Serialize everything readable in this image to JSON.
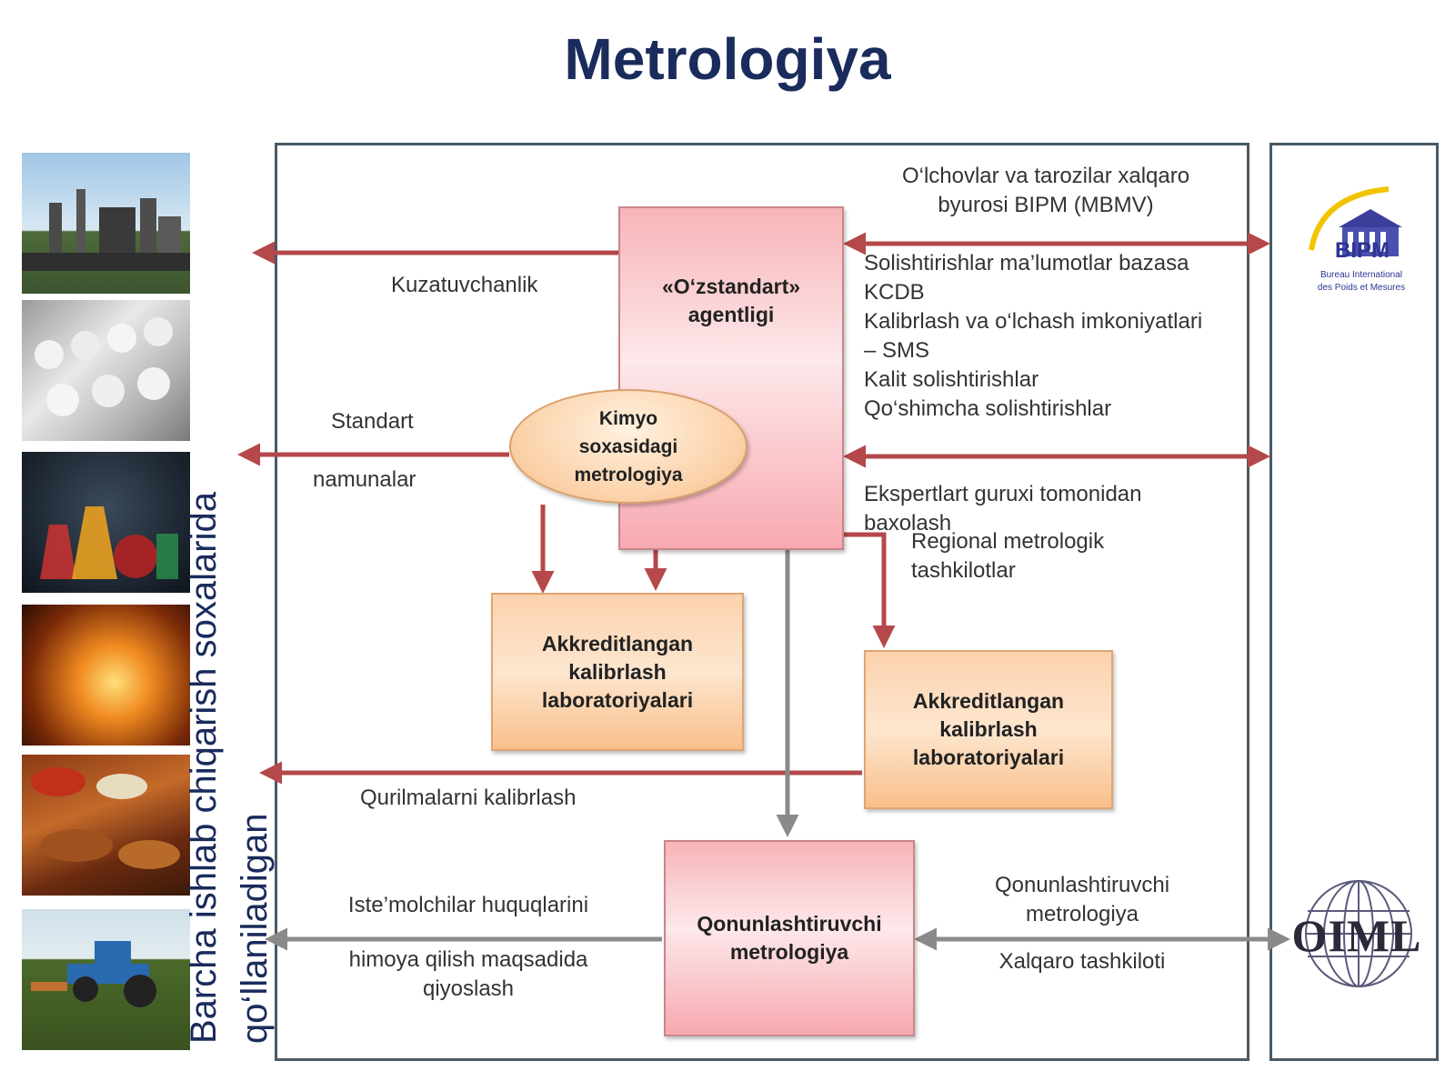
{
  "title": "Metrologiya",
  "side_label": {
    "line1": "Barcha ishlab chiqarish soxalarida",
    "line2": "qo‘llaniladigan"
  },
  "boxes": {
    "agency": {
      "line1": "«O‘zstandart»",
      "line2": "agentligi"
    },
    "chemistry": {
      "line1": "Kimyo",
      "line2": "soxasidagi",
      "line3": "metrologiya"
    },
    "lab_left": {
      "line1": "Akkreditlangan",
      "line2": "kalibrlash",
      "line3": "laboratoriyalari"
    },
    "lab_right": {
      "line1": "Akkreditlangan",
      "line2": "kalibrlash",
      "line3": "laboratoriyalari"
    },
    "legal": {
      "line1": "Qonunlashtiruvchi",
      "line2": "metrologiya"
    }
  },
  "labels": {
    "bipm_name": {
      "line1": "O‘lchovlar va tarozilar xalqaro",
      "line2": "byurosi BIPM (MBMV)"
    },
    "traceability": "Kuzatuvchanlik",
    "kcdb_list": [
      "Solishtirishlar ma’lumotlar bazasa",
      "KCDB",
      "Kalibrlash va o‘lchash imkoniyatlari",
      "– SMS",
      "Kalit solishtirishlar",
      "Qo‘shimcha solishtirishlar"
    ],
    "standard": "Standart",
    "samples": "namunalar",
    "expert": {
      "line1": "Ekspertlart guruxi tomonidan",
      "line2": "baxolash"
    },
    "regional": {
      "line1": "Regional metrologik",
      "line2": "tashkilotlar"
    },
    "calibration": "Qurilmalarni kalibrlash",
    "consumer": {
      "line1": "Iste’molchilar huquqlarini",
      "line2": "himoya qilish maqsadida",
      "line3": "qiyoslash"
    },
    "oiml_name": {
      "line1": "Qonunlashtiruvchi",
      "line2": "metrologiya",
      "line3": "Xalqaro tashkiloti"
    }
  },
  "logos": {
    "bipm": {
      "text": "BIPM",
      "line1": "Bureau International",
      "line2": "des Poids et Mesures"
    },
    "oiml": {
      "text": "OIML"
    }
  },
  "colors": {
    "arrow_red": "#b5484a",
    "arrow_gray": "#8a8a8a",
    "title_navy": "#1a2b5c",
    "frame": "#4a5a66"
  },
  "icons": [
    "factory-photo",
    "textile-spools-photo",
    "laboratory-flasks-photo",
    "furnace-photo",
    "food-photo",
    "tractor-photo"
  ]
}
